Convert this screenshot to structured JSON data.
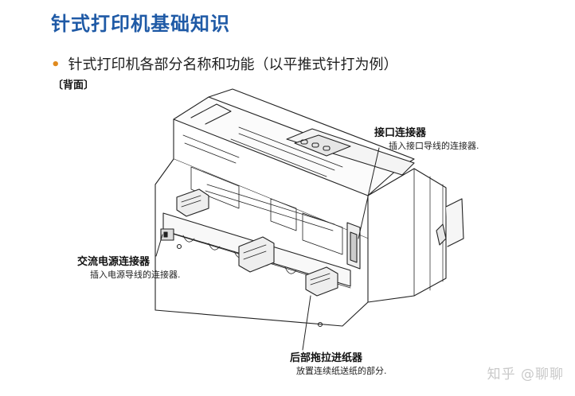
{
  "page": {
    "title": "针式打印机基础知识",
    "bullet": "针式打印机各部分名称和功能（以平推式针打为例）",
    "section_tag": "〔背面〕"
  },
  "callouts": {
    "interface": {
      "title": "接口连接器",
      "description": "插入接口导线的连接器."
    },
    "power": {
      "title": "交流电源连接器",
      "description": "插入电源导线的连接器."
    },
    "tractor": {
      "title": "后部拖拉进纸器",
      "description": "放置连续纸送纸的部分."
    }
  },
  "watermark": "知乎 @聊聊",
  "colors": {
    "title": "#1f5aa6",
    "bullet_dot": "#e08a1e",
    "line_art": "#222222"
  }
}
